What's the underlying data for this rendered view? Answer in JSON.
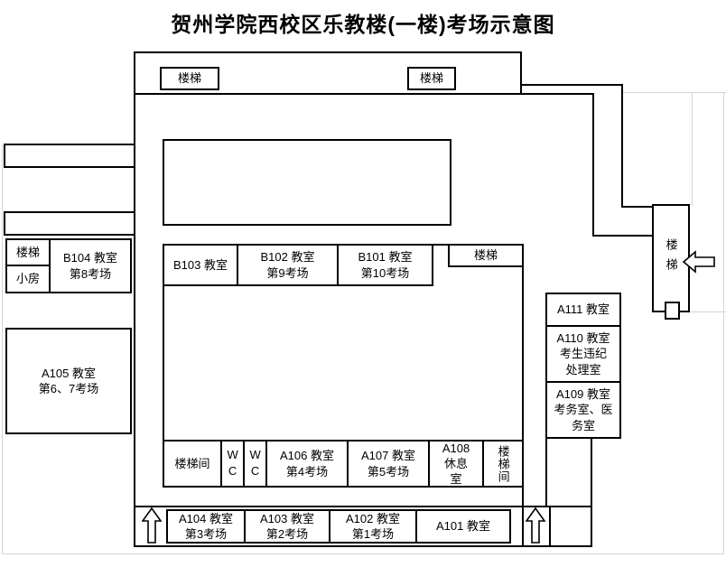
{
  "title": "贺州学院西校区乐教楼(一楼)考场示意图",
  "colors": {
    "wall": "#000000",
    "grid_line": "#d4d4d4",
    "background": "#ffffff",
    "text": "#000000"
  },
  "icons": {
    "entrance_up_arrow": "⇧",
    "stair_side_left_arrow": "⇦"
  },
  "top_corridor": {
    "stair_left": "楼梯",
    "stair_right": "楼梯"
  },
  "left_wing": {
    "stair": "楼梯",
    "small_room": "小房",
    "b104": "B104 教室\n第8考场",
    "a105": "A105 教室\n第6、7考场"
  },
  "middle_row": {
    "b103": "B103 教室",
    "b102": "B102 教室\n第9考场",
    "b101": "B101 教室\n第10考场",
    "stair": "楼梯"
  },
  "right_wing": {
    "stair": "楼梯",
    "a111": "A111 教室",
    "a110": "A110 教室\n考生违纪\n处理室",
    "a109": "A109 教室\n考务室、医\n务室"
  },
  "bottom_inner_row": {
    "stair_room_left": "楼梯间",
    "wc_left": "WC",
    "wc_right": "WC",
    "a106": "A106 教室\n第4考场",
    "a107": "A107 教室\n第5考场",
    "a108": "A108\n休息\n室",
    "stair_room_right": "楼梯间"
  },
  "bottom_corridor": {
    "a104": "A104 教室\n第3考场",
    "a103": "A103 教室\n第2考场",
    "a102": "A102 教室\n第1考场",
    "a101": "A101 教室"
  }
}
